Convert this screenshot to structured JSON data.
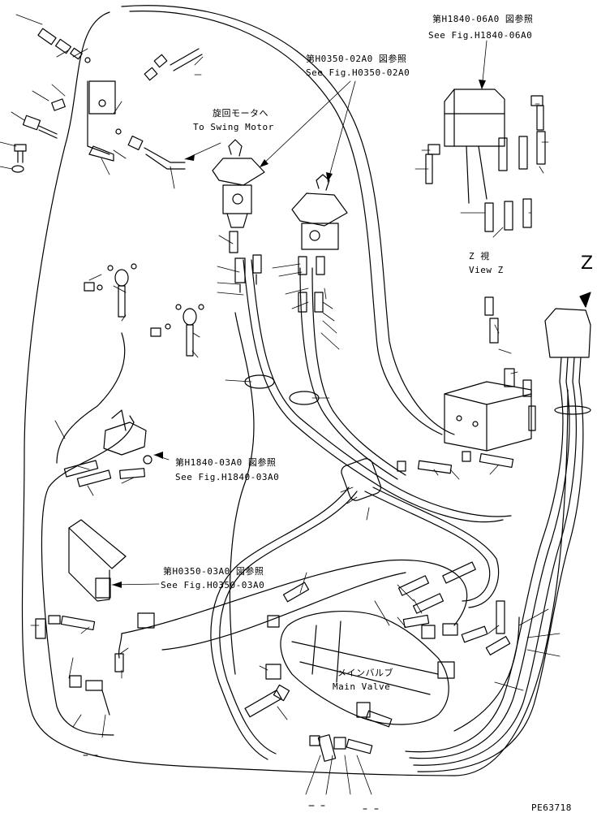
{
  "callouts": {
    "h1840_06a0_jp": "第H1840-06A0 図参照",
    "h1840_06a0_en": "See Fig.H1840-06A0",
    "h0350_02a0_jp": "第H0350-02A0 図参照",
    "h0350_02a0_en": "See Fig.H0350-02A0",
    "swing_jp": "旋回モータへ",
    "swing_en": "To Swing Motor",
    "view_z_jp": "Z 視",
    "view_z_en": "View Z",
    "z_arrow": "Z",
    "h1840_03a0_jp": "第H1840-03A0 図参照",
    "h1840_03a0_en": "See Fig.H1840-03A0",
    "h0350_03a0_jp": "第H0350-03A0 図参照",
    "h0350_03a0_en": "See Fig.H0350-03A0",
    "main_valve_jp": "メインバルブ",
    "main_valve_en": "Main Valve"
  },
  "drawing_code": "PE63718"
}
